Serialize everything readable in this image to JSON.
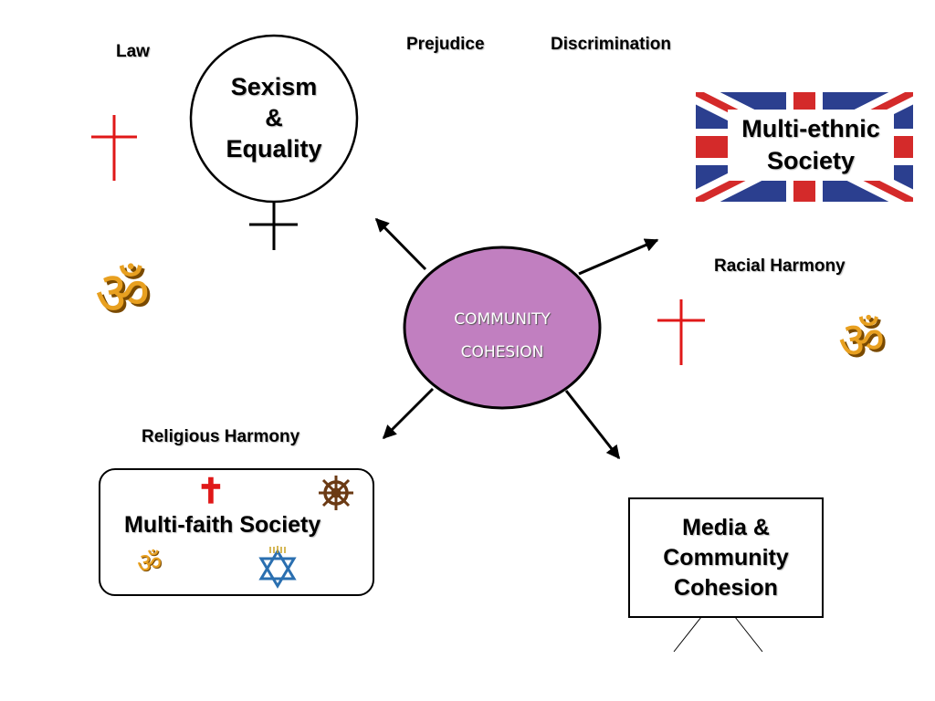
{
  "labels": {
    "law": "Law",
    "prejudice": "Prejudice",
    "discrimination": "Discrimination",
    "racial_harmony": "Racial Harmony",
    "religious_harmony": "Religious Harmony"
  },
  "sexism": {
    "line1": "Sexism",
    "line2": "&",
    "line3": "Equality"
  },
  "multi_ethnic": {
    "line1": "Multi-ethnic",
    "line2": "Society"
  },
  "center": {
    "line1": "COMMUNITY",
    "line2": "COHESION"
  },
  "multi_faith": {
    "label": "Multi-faith Society"
  },
  "media": {
    "line1": "Media &",
    "line2": "Community",
    "line3": "Cohesion"
  },
  "colors": {
    "center_fill": "#c17fc0",
    "cross": "#e01818",
    "om": "#e8a020",
    "union_blue": "#2b3f8f",
    "union_red": "#d42a2a",
    "star_blue": "#2a6fb0",
    "wheel": "#6b3a14"
  },
  "icons": [
    "venus-icon",
    "cross-icon",
    "om-icon",
    "union-jack-icon",
    "dharma-wheel-icon",
    "star-of-david-icon",
    "arrow-icon"
  ]
}
